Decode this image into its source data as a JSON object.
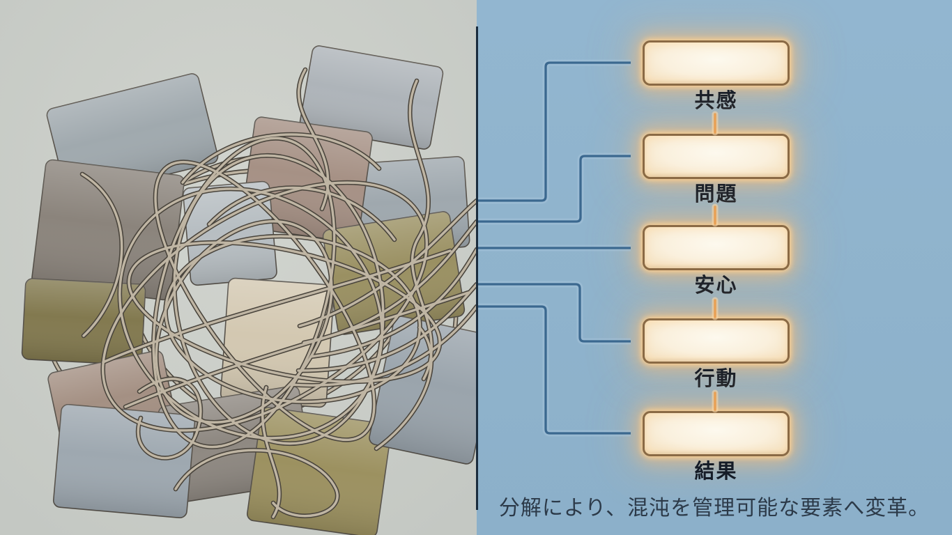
{
  "flow": {
    "steps": [
      {
        "label": "共感"
      },
      {
        "label": "問題"
      },
      {
        "label": "安心"
      },
      {
        "label": "行動"
      },
      {
        "label": "結果"
      }
    ],
    "caption": "分解により、混沌を管理可能な要素へ変革。"
  },
  "colors": {
    "right_bg": "#8fb3cc",
    "left_bg": "#c7cbc6",
    "divider": "#1a2c3d",
    "node_fill": "#faf0dd",
    "node_border": "#8a6a45",
    "node_glow": "#ffbe73",
    "connector_blue": "#3b688f",
    "connector_orange": "#e89f55",
    "label_color": "#151c27",
    "caption_color": "#2c3a49",
    "wire_core": "#bfb5a3",
    "wire_outline": "#49443c"
  }
}
